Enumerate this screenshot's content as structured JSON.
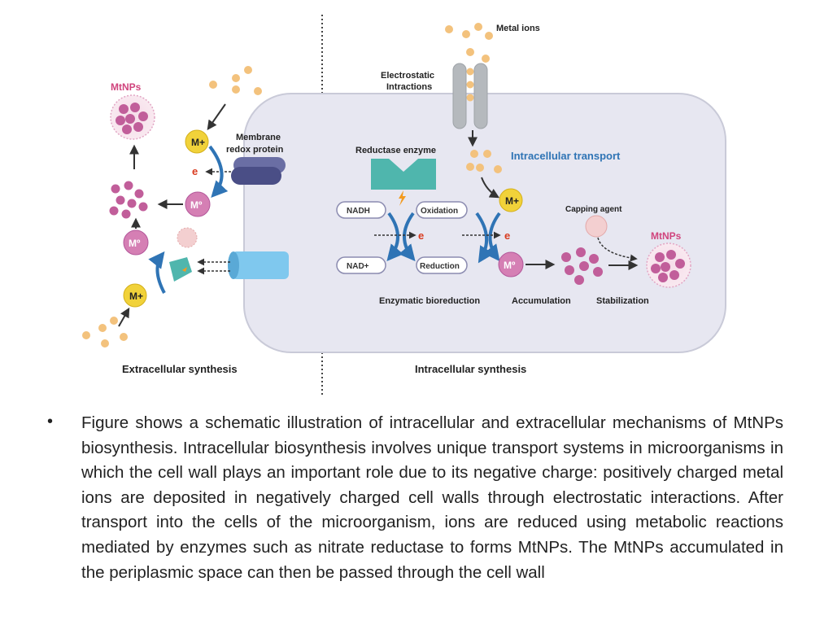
{
  "figure": {
    "labels": {
      "metal_ions": "Metal ions",
      "electrostatic": [
        "Electrostatic",
        "Intractions"
      ],
      "mtnps_left": "MtNPs",
      "membrane": [
        "Membrane",
        "redox protein"
      ],
      "m_plus": "M+",
      "m_zero": "Mº",
      "e": "e",
      "reductase": "Reductase enzyme",
      "intracellular_transport": "Intracellular transport",
      "nadh": "NADH",
      "nad_plus": "NAD+",
      "oxidation": "Oxidation",
      "reduction": "Reduction",
      "capping_agent": "Capping agent",
      "mtnps_right": "MtNPs",
      "enzymatic": "Enzymatic bioreduction",
      "accumulation": "Accumulation",
      "stabilization": "Stabilization",
      "extracellular_synthesis": "Extracellular synthesis",
      "intracellular_synthesis": "Intracellular synthesis"
    },
    "colors": {
      "ion": "#f3c27d",
      "m_ion": "#f1d23a",
      "m_zero": "#d57fb4",
      "nanoparticle": "#c15e9a",
      "cell": "#e7e7f1",
      "channel": "#b5b9bd",
      "enzyme": "#4fb6ad",
      "membrane_protein": "#4a4e86",
      "transporter": "#7fc8ee",
      "accent_blue": "#2f74b5",
      "label_orange": "#d93b1f",
      "title_pink": "#d0447d"
    }
  },
  "caption": {
    "bullet": "•",
    "text": "Figure shows a schematic illustration of intracellular and extracellular mechanisms of MtNPs biosynthesis. Intracellular biosynthesis involves unique transport systems in microorganisms in which the cell wall plays an important role due to its negative charge: positively charged metal ions are deposited in negatively charged cell walls through electrostatic interactions. After transport into the cells of the microorganism, ions are reduced using metabolic reactions mediated by enzymes such as nitrate reductase to forms MtNPs. The MtNPs accumulated in the periplasmic space can then be passed through the cell wall"
  }
}
